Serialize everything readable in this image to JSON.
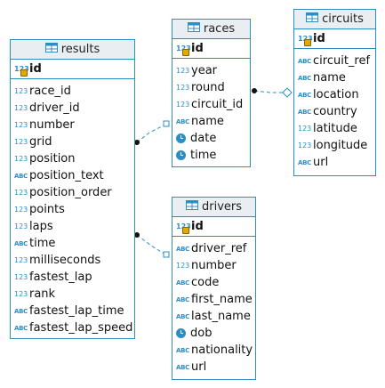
{
  "entities": {
    "results": {
      "title": "results",
      "pk": "id",
      "fields": [
        {
          "name": "race_id",
          "type": "123"
        },
        {
          "name": "driver_id",
          "type": "123"
        },
        {
          "name": "number",
          "type": "123"
        },
        {
          "name": "grid",
          "type": "123"
        },
        {
          "name": "position",
          "type": "123"
        },
        {
          "name": "position_text",
          "type": "ABC"
        },
        {
          "name": "position_order",
          "type": "123"
        },
        {
          "name": "points",
          "type": "123"
        },
        {
          "name": "laps",
          "type": "123"
        },
        {
          "name": "time",
          "type": "ABC"
        },
        {
          "name": "milliseconds",
          "type": "123"
        },
        {
          "name": "fastest_lap",
          "type": "123"
        },
        {
          "name": "rank",
          "type": "123"
        },
        {
          "name": "fastest_lap_time",
          "type": "ABC"
        },
        {
          "name": "fastest_lap_speed",
          "type": "ABC"
        }
      ]
    },
    "races": {
      "title": "races",
      "pk": "id",
      "fields": [
        {
          "name": "year",
          "type": "123"
        },
        {
          "name": "round",
          "type": "123"
        },
        {
          "name": "circuit_id",
          "type": "123"
        },
        {
          "name": "name",
          "type": "ABC"
        },
        {
          "name": "date",
          "type": "clock"
        },
        {
          "name": "time",
          "type": "clock"
        }
      ]
    },
    "circuits": {
      "title": "circuits",
      "pk": "id",
      "fields": [
        {
          "name": "circuit_ref",
          "type": "ABC"
        },
        {
          "name": "name",
          "type": "ABC"
        },
        {
          "name": "location",
          "type": "ABC"
        },
        {
          "name": "country",
          "type": "ABC"
        },
        {
          "name": "latitude",
          "type": "123"
        },
        {
          "name": "longitude",
          "type": "123"
        },
        {
          "name": "url",
          "type": "ABC"
        }
      ]
    },
    "drivers": {
      "title": "drivers",
      "pk": "id",
      "fields": [
        {
          "name": "driver_ref",
          "type": "ABC"
        },
        {
          "name": "number",
          "type": "123"
        },
        {
          "name": "code",
          "type": "ABC"
        },
        {
          "name": "first_name",
          "type": "ABC"
        },
        {
          "name": "last_name",
          "type": "ABC"
        },
        {
          "name": "dob",
          "type": "clock"
        },
        {
          "name": "nationality",
          "type": "ABC"
        },
        {
          "name": "url",
          "type": "ABC"
        }
      ]
    }
  },
  "type_glyphs": {
    "123": "123",
    "ABC": "ABC"
  },
  "icons": {
    "table": "table-icon",
    "key": "key-icon",
    "date": "clock-icon"
  },
  "colors": {
    "border": "#2b8fc6",
    "header": "#e9eef2",
    "link": "#2b8fc6"
  },
  "relations": [
    {
      "from": "results",
      "to": "races"
    },
    {
      "from": "results",
      "to": "drivers"
    },
    {
      "from": "races",
      "to": "circuits"
    }
  ]
}
